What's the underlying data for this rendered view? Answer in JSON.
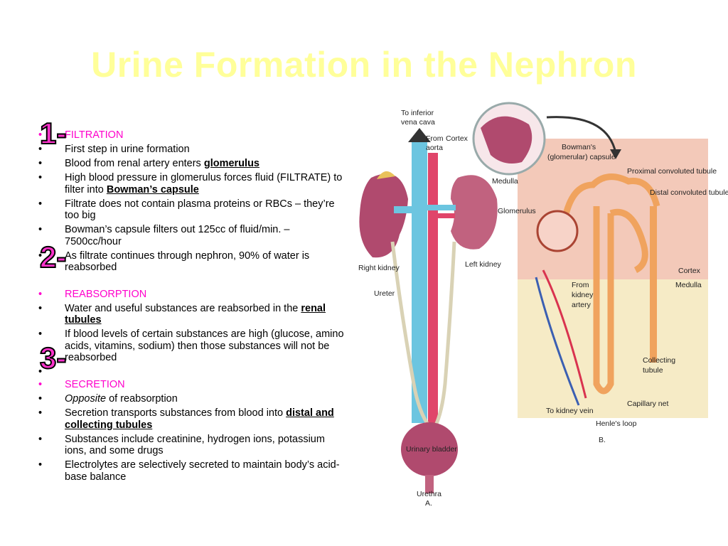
{
  "slide": {
    "title": "Urine Formation in the Nephron"
  },
  "markers": {
    "one": "1-",
    "two": "2-",
    "three": "3-"
  },
  "bullets": {
    "filtration": {
      "head": "FILTRATION",
      "b1": "First step in urine formation",
      "b2_pre": "Blood from renal artery enters ",
      "b2_u": "glomerulus",
      "b3_pre": "High blood pressure in glomerulus forces fluid (FILTRATE) to filter into ",
      "b3_u": "Bowman’s capsule",
      "b4": "Filtrate does not contain plasma proteins or RBCs – they’re too big",
      "b5": "Bowman’s capsule filters out 125cc of fluid/min. – 7500cc/hour",
      "b6": "As filtrate continues through nephron, 90% of water is reabsorbed"
    },
    "reabsorption": {
      "head": "REABSORPTION",
      "b1_pre": "Water and useful substances are reabsorbed in the ",
      "b1_u": "renal tubules",
      "b2": "If blood levels of certain substances are high (glucose, amino acids, vitamins, sodium) then those substances will not be reabsorbed"
    },
    "secretion": {
      "head": "SECRETION",
      "b1_em": "Opposite",
      "b1_rest": " of reabsorption",
      "b2_pre": "Secretion transports substances from blood into ",
      "b2_u": "distal and collecting tubules",
      "b3": "Substances include creatinine, hydrogen ions, potassium ions, and some drugs",
      "b4": "Electrolytes are selectively secreted to maintain body’s acid-base balance"
    }
  },
  "diagram": {
    "labels": {
      "to_ivc_1": "To inferior",
      "to_ivc_2": "vena cava",
      "from_aorta_1": "From",
      "from_aorta_2": "aorta",
      "cortex_small": "Cortex",
      "medulla_small": "Medulla",
      "right_kidney": "Right kidney",
      "left_kidney": "Left kidney",
      "ureter": "Ureter",
      "urinary_bladder": "Urinary bladder",
      "urethra": "Urethra",
      "label_a": "A.",
      "bowmans_1": "Bowman's",
      "bowmans_2": "(glomerular) capsule",
      "pct": "Proximal convoluted tubule",
      "dct": "Distal convoluted tubule",
      "glomerulus": "Glomerulus",
      "cortex": "Cortex",
      "medulla": "Medulla",
      "from_kidney_artery_1": "From",
      "from_kidney_artery_2": "kidney",
      "from_kidney_artery_3": "artery",
      "collecting_1": "Collecting",
      "collecting_2": "tubule",
      "to_kidney_vein": "To kidney vein",
      "capillary_net": "Capillary net",
      "henles_loop": "Henle's loop",
      "label_b": "B."
    },
    "colors": {
      "vein_blue": "#6cc5e0",
      "artery_red": "#e0456a",
      "kidney": "#b04a6e",
      "cortex_zone": "#f3c9b9",
      "medulla_zone": "#f6ebc6",
      "tubule": "#f0a35e",
      "arrow": "#333333"
    }
  }
}
